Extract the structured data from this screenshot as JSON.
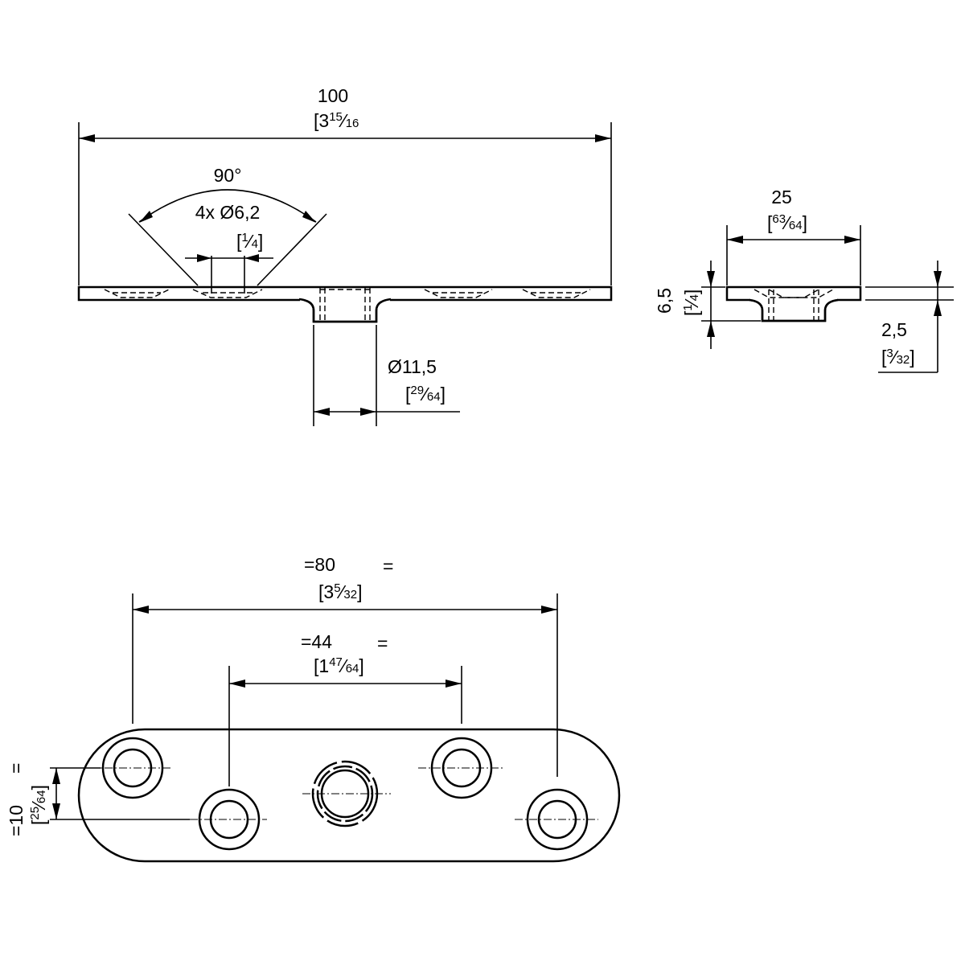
{
  "dimensions": {
    "overall_length": {
      "metric": "100",
      "imperial_open": "[3",
      "imperial_num": "15",
      "imperial_sep": "⁄",
      "imperial_den": "16"
    },
    "angle": {
      "value": "90°"
    },
    "holes": {
      "metric": "4x Ø6,2",
      "imperial_open": "[",
      "imperial_num": "1",
      "imperial_sep": "⁄",
      "imperial_den": "4",
      "imperial_close": "]"
    },
    "boss_diameter": {
      "metric": "Ø11,5",
      "imperial_open": "[",
      "imperial_num": "29",
      "imperial_sep": "⁄",
      "imperial_den": "64",
      "imperial_close": "]"
    },
    "width": {
      "metric": "25",
      "imperial_open": "[",
      "imperial_num": "63",
      "imperial_sep": "⁄",
      "imperial_den": "64",
      "imperial_close": "]"
    },
    "height": {
      "metric": "6,5",
      "imperial_open": "[",
      "imperial_num": "1",
      "imperial_sep": "⁄",
      "imperial_den": "4",
      "imperial_close": "]"
    },
    "plate_thickness": {
      "metric": "2,5",
      "imperial_open": "[",
      "imperial_num": "3",
      "imperial_sep": "⁄",
      "imperial_den": "32",
      "imperial_close": "]"
    },
    "outer_spacing": {
      "metric": "=80",
      "eq": "=",
      "imperial_open": "[3",
      "imperial_num": "5",
      "imperial_sep": "⁄",
      "imperial_den": "32",
      "imperial_close": "]"
    },
    "inner_spacing": {
      "metric": "=44",
      "eq": "=",
      "imperial_open": "[1",
      "imperial_num": "47",
      "imperial_sep": "⁄",
      "imperial_den": "64",
      "imperial_close": "]"
    },
    "row_offset": {
      "metric": "=10",
      "eq": "=",
      "imperial_open": "[",
      "imperial_num": "25",
      "imperial_sep": "⁄",
      "imperial_den": "64",
      "imperial_close": "]"
    }
  },
  "colors": {
    "ink": "#000000",
    "background": "#ffffff"
  }
}
